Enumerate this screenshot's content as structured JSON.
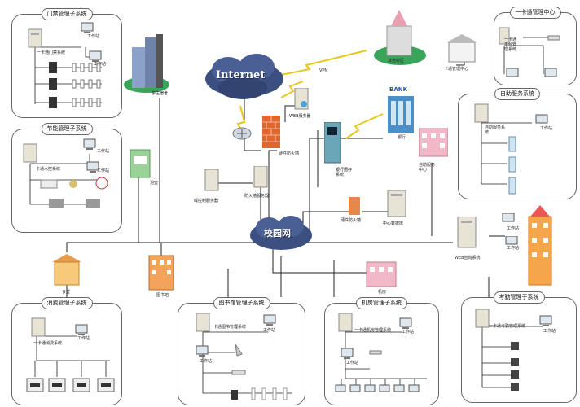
{
  "internet": "Internet",
  "vpn": "VPN",
  "campus_net": "校园网",
  "bank_word": "BANK",
  "panels": {
    "access": {
      "title": "门禁管理子系统",
      "system": "一卡通门禁系统",
      "workstation1": "工作站",
      "workstation2": "工作站"
    },
    "energy": {
      "title": "节能管理子系统",
      "system": "一卡通水控系统",
      "workstation1": "工作站",
      "workstation2": "工作站"
    },
    "consume": {
      "title": "消费管理子系统",
      "system": "一卡通消费系统",
      "workstation": "工作站"
    },
    "library": {
      "title": "图书馆管理子系统",
      "system": "一卡通图书管理系统",
      "workstation1": "工作站",
      "workstation2": "工作站"
    },
    "lab": {
      "title": "机房管理子系统",
      "system": "一卡通机房管理系统",
      "workstation1": "工作站",
      "workstation2": "工作站"
    },
    "attendance": {
      "title": "考勤管理子系统",
      "system": "一卡通考勤管理系统",
      "workstation": "工作站"
    },
    "center": {
      "title": "一卡通管理中心",
      "system": "一卡通平台管理系统"
    },
    "selfservice": {
      "title": "自助服务系统",
      "system": "自助服务系统",
      "workstation": "工作站"
    }
  },
  "labels": {
    "dorm": "学生宿舍",
    "other_campus": "其他校区",
    "center_node": "一卡通管理中心",
    "web_server": "WEB服务器",
    "hw_firewall": "硬件防火墙",
    "bank": "银行",
    "bank_prestore": "银行圈存系统",
    "self_center": "自助服务中心",
    "bath": "浴室",
    "gateway": "域控制服务器",
    "fw_server": "防火墙服务器",
    "hw_firewall2": "硬件防火墙",
    "datacenter": "中心数据库",
    "web_query": "WEB查询系统",
    "ws_right1": "工作站",
    "ws_right2": "工作站",
    "canteen": "食堂",
    "library_bld": "图书馆",
    "lab_bld": "机房"
  }
}
